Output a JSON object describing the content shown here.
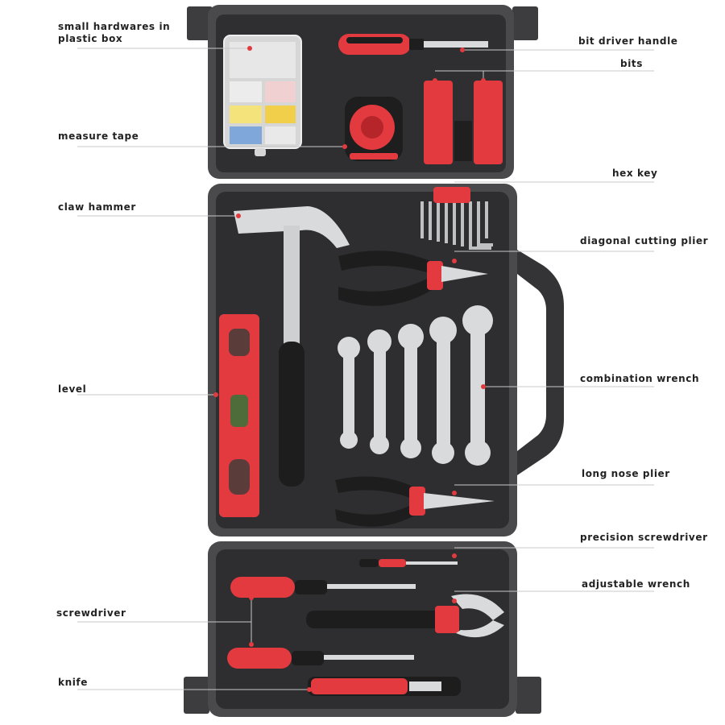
{
  "colors": {
    "case_dark": "#3a3a3c",
    "case_shell": "#4a4a4d",
    "foam": "#2b2b2d",
    "accent_red": "#e23a3f",
    "steel": "#d9dadc",
    "leader_line": "#c8c8c8",
    "label_text": "#222222"
  },
  "labels": {
    "small_hardwares": "small hardwares in\nplastic box",
    "measure_tape": "measure tape",
    "claw_hammer": "claw hammer",
    "level": "level",
    "screwdriver": "screwdriver",
    "knife": "knife",
    "bit_driver_handle": "bit driver handle",
    "bits": "bits",
    "hex_key": "hex key",
    "diagonal_cutting_plier": "diagonal cutting plier",
    "combination_wrench": "combination wrench",
    "long_nose_plier": "long nose plier",
    "precision_screwdriver": "precision screwdriver",
    "adjustable_wrench": "adjustable wrench"
  }
}
